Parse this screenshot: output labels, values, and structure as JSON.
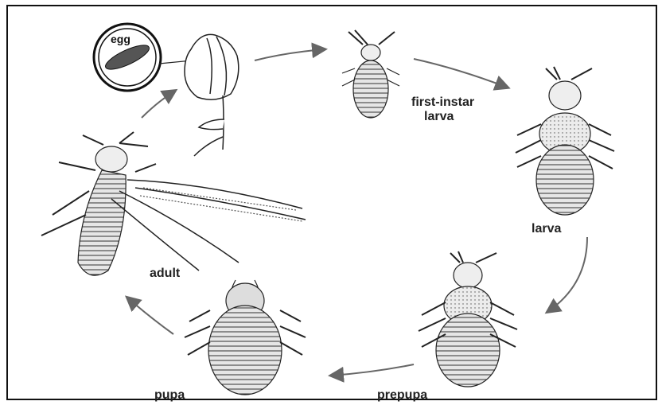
{
  "labels": {
    "egg": "egg",
    "first_instar": "first-instar",
    "first_instar_2": "larva",
    "larva": "larva",
    "prepupa": "prepupa",
    "pupa": "pupa",
    "adult": "adult"
  },
  "colors": {
    "ink": "#222222",
    "arrow": "#666666",
    "body": "#e9e9e9"
  }
}
